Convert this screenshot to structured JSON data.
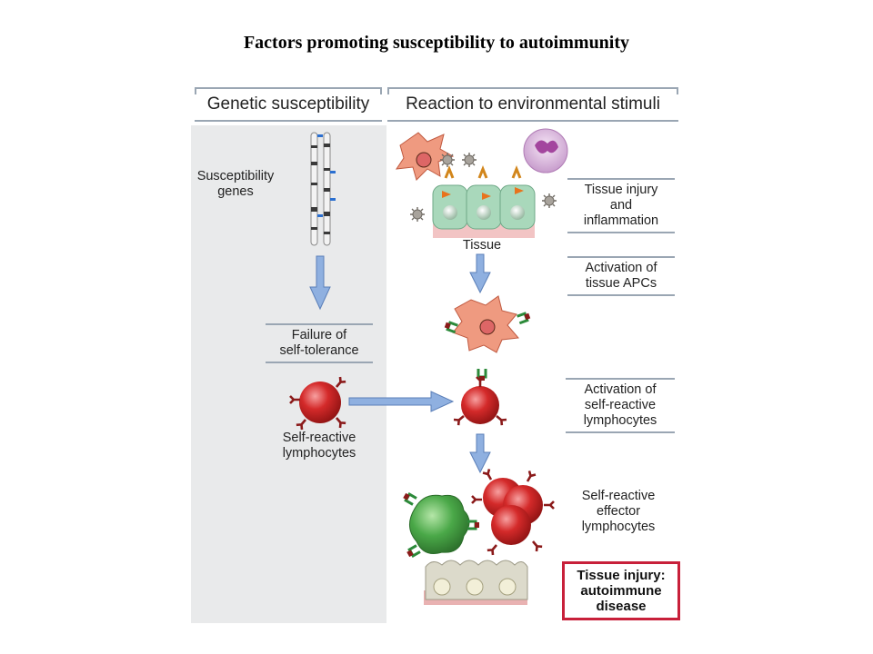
{
  "title": "Factors promoting susceptibility to autoimmunity",
  "headers": {
    "left": "Genetic susceptibility",
    "right": "Reaction to environmental stimuli"
  },
  "labels": {
    "susceptibility_genes": "Susceptibility\ngenes",
    "failure_self_tolerance": "Failure of\nself-tolerance",
    "self_reactive_lymphocytes": "Self-reactive\nlymphocytes",
    "tissue": "Tissue",
    "tissue_injury_inflammation": "Tissue injury\nand\ninflammation",
    "activation_tissue_apcs": "Activation of\ntissue APCs",
    "activation_self_reactive": "Activation of\nself-reactive\nlymphocytes",
    "effector_lymphocytes": "Self-reactive\neffector\nlymphocytes",
    "autoimmune_disease": "Tissue injury:\nautoimmune\ndisease"
  },
  "colors": {
    "header_rule": "#9aa6b3",
    "arrow": "#8fb0e0",
    "lymphocyte": "#d42a2a",
    "apc": "#ef9a80",
    "tissue_cell": "#a9d8bb",
    "macrophage": "#4aa848",
    "highlight_border": "#c8203a"
  }
}
